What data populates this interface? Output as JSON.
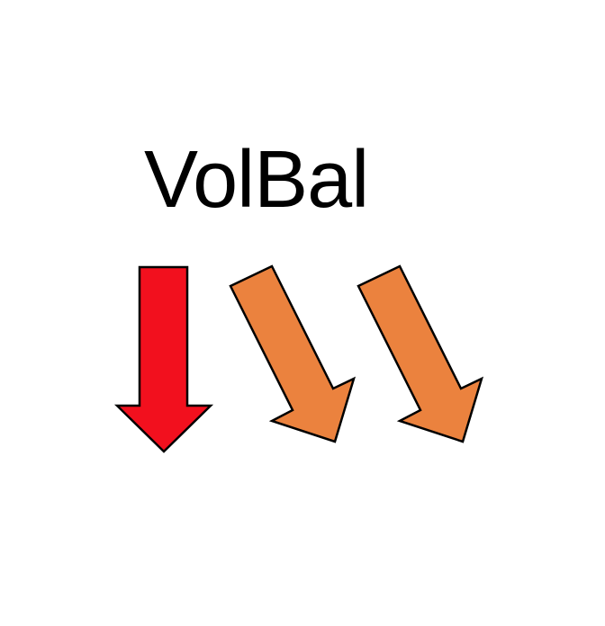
{
  "title": "VolBal",
  "arrows": [
    {
      "name": "down-arrow-icon",
      "direction": "down",
      "fill": "#F2101E",
      "stroke": "#000000"
    },
    {
      "name": "diagonal-arrow-1-icon",
      "direction": "down-right",
      "fill": "#EB823E",
      "stroke": "#000000"
    },
    {
      "name": "diagonal-arrow-2-icon",
      "direction": "down-right",
      "fill": "#EB823E",
      "stroke": "#000000"
    }
  ]
}
